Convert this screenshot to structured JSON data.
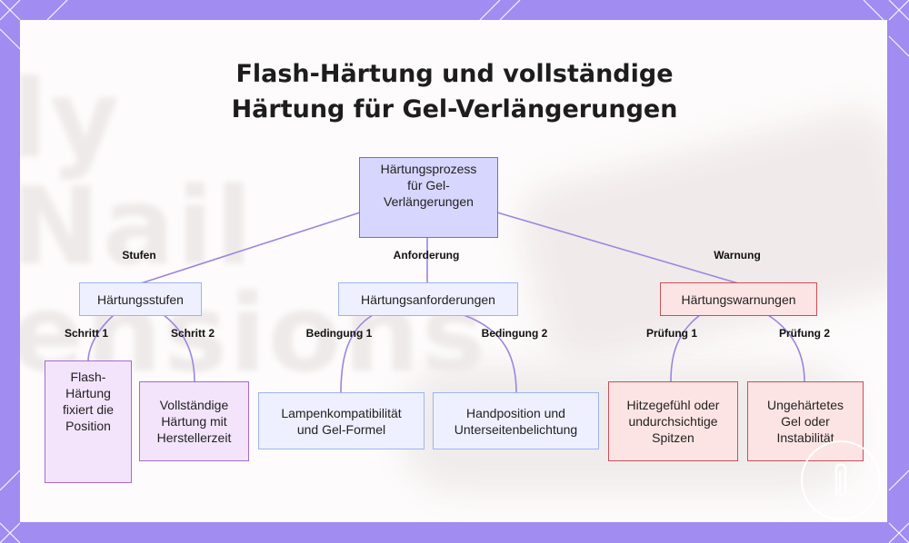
{
  "title": {
    "line1": "Flash-Härtung und vollständige",
    "line2": "Härtung für Gel-Verlängerungen"
  },
  "background_text": [
    "ly",
    "Nail",
    "ensions"
  ],
  "colors": {
    "frame": "#a18cf2",
    "root_fill": "#d7d6ff",
    "root_border": "#6d6de0",
    "blue_fill": "#eef0ff",
    "blue_border": "#9eb3ee",
    "purple_fill": "#f3e4fb",
    "purple_border": "#a46bd0",
    "red_fill": "#fde4e4",
    "red_border": "#c94f5a",
    "edge": "#9a86de"
  },
  "nodes": {
    "root": "Härtungsprozess\nfür Gel-\nVerlängerungen",
    "stufen": "Härtungsstufen",
    "anforderungen": "Härtungsanforderungen",
    "warnungen": "Härtungswarnungen",
    "flash": "Flash-\nHärtung\nfixiert die\nPosition",
    "vollstaendig": "Vollständige\nHärtung mit\nHerstellerzeit",
    "lampe": "Lampenkompatibilität\nund Gel-Formel",
    "hand": "Handposition und\nUnterseitenbelichtung",
    "hitze": "Hitzegefühl oder\nundurchsichtige\nSpitzen",
    "ungehaertet": "Ungehärtetes\nGel oder\nInstabilität"
  },
  "edge_labels": {
    "stufen": "Stufen",
    "anforderung": "Anforderung",
    "warnung": "Warnung",
    "schritt1": "Schritt 1",
    "schritt2": "Schritt 2",
    "bedingung1": "Bedingung 1",
    "bedingung2": "Bedingung 2",
    "pruefung1": "Prüfung 1",
    "pruefung2": "Prüfung 2"
  },
  "logo_icon": "paperclip-icon"
}
